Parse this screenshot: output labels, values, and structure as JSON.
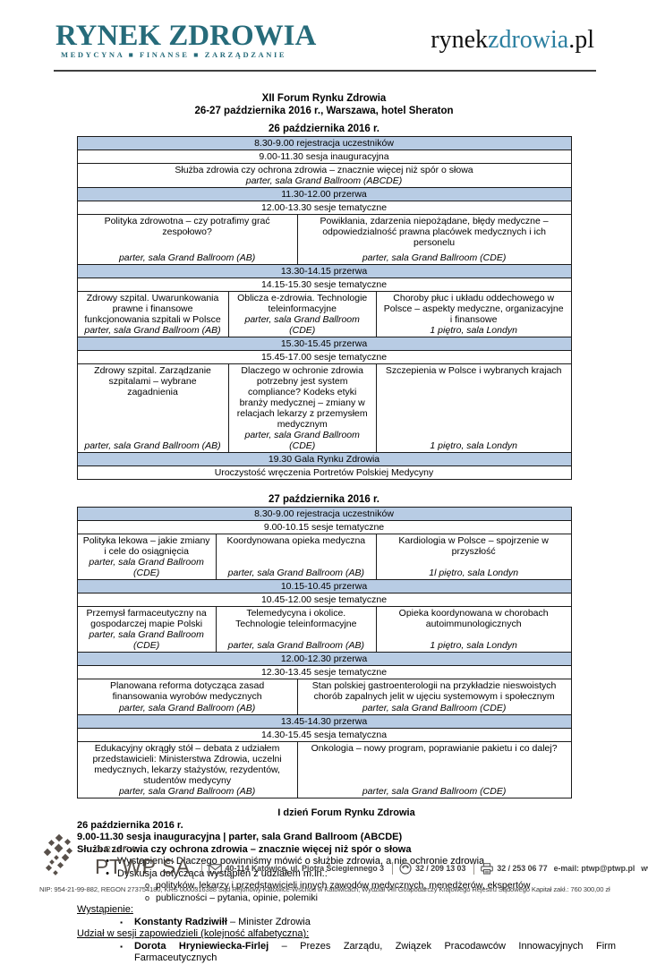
{
  "colors": {
    "band": "#b8cce4",
    "teal": "#266b7a",
    "site_teal": "#2b7fa0",
    "fgray": "#57504a"
  },
  "glyphs": {
    "dot": "•",
    "circle": "o",
    "square": "▪"
  },
  "masthead": {
    "logo_main": "Rynek Zdrowia",
    "logo_sub": "Medycyna ■ Finanse ■ Zarządzanie",
    "site_part1": "rynek",
    "site_part2": "zdrowia",
    "site_part3": ".pl"
  },
  "title": {
    "line1": "XII Forum Rynku Zdrowia",
    "line2": "26-27 października 2016 r., Warszawa, hotel Sheraton"
  },
  "day1": {
    "heading": "26 października 2016 r.",
    "rows": [
      {
        "text": "8.30-9.00 rejestracja uczestników"
      },
      {
        "text": "9.00-11.30 sesja inauguracyjna"
      },
      {
        "title": "Służba zdrowia czy ochrona zdrowia – znacznie więcej niż spór o słowa",
        "room": "parter, sala Grand Ballroom (ABCDE)"
      },
      {
        "text": "11.30-12.00 przerwa"
      },
      {
        "text": "12.00-13.30 sesje tematyczne"
      },
      {
        "cells": [
          {
            "title": "Polityka zdrowotna – czy potrafimy grać zespołowo?",
            "room": "parter, sala Grand Ballroom (AB)"
          },
          {
            "title": "Powikłania, zdarzenia niepożądane, błędy medyczne – odpowiedzialność prawna placówek medycznych i ich personelu",
            "room": "parter, sala Grand Ballroom (CDE)"
          }
        ]
      },
      {
        "text": "13.30-14.15 przerwa"
      },
      {
        "text": "14.15-15.30 sesje tematyczne"
      },
      {
        "cells": [
          {
            "title": "Zdrowy szpital. Uwarunkowania prawne i finansowe funkcjonowania szpitali w Polsce",
            "room": "parter, sala Grand Ballroom (AB)"
          },
          {
            "title": "Oblicza e-zdrowia. Technologie teleinformacyjne",
            "room": "parter, sala Grand Ballroom (CDE)"
          },
          {
            "title": "Choroby płuc i układu oddechowego w Polsce – aspekty medyczne, organizacyjne i finansowe",
            "room": "1 piętro, sala Londyn"
          }
        ]
      },
      {
        "text": "15.30-15.45 przerwa"
      },
      {
        "text": "15.45-17.00 sesje tematyczne"
      },
      {
        "cells": [
          {
            "title": "Zdrowy szpital. Zarządzanie szpitalami – wybrane zagadnienia",
            "room": "parter, sala Grand Ballroom (AB)"
          },
          {
            "title": "Dlaczego w ochronie zdrowia potrzebny jest system compliance? Kodeks etyki branży medycznej – zmiany w relacjach lekarzy z przemysłem medycznym",
            "room": "parter, sala Grand Ballroom (CDE)"
          },
          {
            "title": "Szczepienia w Polsce i wybranych krajach",
            "room": "1 piętro, sala Londyn"
          }
        ]
      },
      {
        "text": "19.30 Gala Rynku Zdrowia"
      },
      {
        "text": "Uroczystość wręczenia Portretów Polskiej Medycyny"
      }
    ]
  },
  "day2": {
    "heading": "27 października 2016 r.",
    "rows": [
      {
        "text": "8.30-9.00 rejestracja uczestników"
      },
      {
        "text": "9.00-10.15 sesje tematyczne"
      },
      {
        "cells": [
          {
            "title": "Polityka lekowa – jakie zmiany i cele do osiągnięcia",
            "room": "parter, sala Grand Ballroom (CDE)"
          },
          {
            "title": "Koordynowana opieka medyczna",
            "room": "parter, sala Grand Ballroom (AB)"
          },
          {
            "title": "Kardiologia w Polsce – spojrzenie w przyszłość",
            "room": "1l piętro, sala Londyn"
          }
        ]
      },
      {
        "text": "10.15-10.45 przerwa"
      },
      {
        "text": "10.45-12.00 sesje tematyczne"
      },
      {
        "cells": [
          {
            "title": "Przemysł farmaceutyczny na gospodarczej mapie Polski",
            "room": "parter, sala Grand Ballroom (CDE)"
          },
          {
            "title": "Telemedycyna i okolice. Technologie teleinformacyjne",
            "room": "parter, sala Grand Ballroom (AB)"
          },
          {
            "title": "Opieka koordynowana w chorobach autoimmunologicznych",
            "room": "1 piętro, sala Londyn"
          }
        ]
      },
      {
        "text": "12.00-12.30 przerwa"
      },
      {
        "text": "12.30-13.45 sesje tematyczne"
      },
      {
        "cells": [
          {
            "title": "Planowana reforma dotycząca zasad finansowania wyrobów medycznych",
            "room": "parter, sala Grand Ballroom (AB)"
          },
          {
            "title": "Stan polskiej gastroenterologii na przykładzie nieswoistych chorób zapalnych jelit w ujęciu systemowym i społecznym",
            "room": "parter, sala Grand Ballroom (CDE)"
          }
        ]
      },
      {
        "text": "13.45-14.30 przerwa"
      },
      {
        "text": "14.30-15.45 sesja tematyczna"
      },
      {
        "cells": [
          {
            "title": "Edukacyjny okrągły stół – debata z udziałem przedstawicieli: Ministerstwa Zdrowia, uczelni medycznych, lekarzy stażystów, rezydentów, studentów medycyny",
            "room": "parter, sala Grand Ballroom (AB)"
          },
          {
            "title": "Onkologia – nowy program, poprawianie pakietu i co dalej?",
            "room": "parter, sala Grand Ballroom (CDE)"
          }
        ]
      }
    ]
  },
  "details": {
    "heading": "I dzień Forum Rynku Zdrowia",
    "date": "26 października 2016 r.",
    "session": "9.00-11.30 sesja inauguracyjna | parter, sala Grand Ballroom (ABCDE)",
    "topic": "Służba zdrowia czy ochrona zdrowia – znacznie więcej niż spór o słowa",
    "bullets": [
      "Wystąpienie: Dlaczego powinniśmy mówić o służbie zdrowia, a nie ochronie zdrowia",
      "Dyskusja dotycząca wystąpień z udziałem m.in.:"
    ],
    "subbullets": [
      "polityków, lekarzy i przedstawicieli innych zawodów medycznych, menedżerów, ekspertów",
      "publiczności – pytania, opinie, polemiki"
    ],
    "speech_label": "Wystąpienie:",
    "speaker1_name": "Konstanty Radziwiłł",
    "speaker1_rest": " – Minister Zdrowia",
    "participants_label": "Udział w sesji zapowiedzieli (kolejność alfabetyczna):",
    "speaker2_name": "Dorota Hryniewiecka-Firlej",
    "speaker2_rest": " – Prezes Zarządu, Związek Pracodawców Innowacyjnych Firm Farmaceutycznych"
  },
  "footer": {
    "group_label": "GRUPA",
    "company": "PTWP SA",
    "address": "40-114 Katowice, ul. Piotra Ściegiennego 3",
    "phone": "32 / 209 13 03",
    "fax": "32 / 253 06 77",
    "email": "e-mail: ptwp@ptwp.pl",
    "web": "www.ptwp.pl",
    "legal": "NIP: 954-21-99-882, REGON 273754180, KRS 0000316388 Sąd Rejonowy Katowice-Wschód w Katowicach, Wydział VIII Gospodarczy Krajowego Rejestru Sądowego Kapitał zakł.: 760 300,00 zł"
  }
}
